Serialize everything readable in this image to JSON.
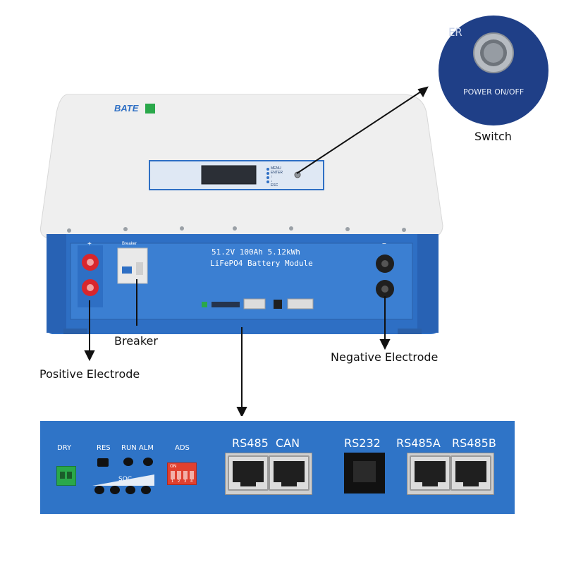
{
  "device": {
    "brand_logo": "BATE",
    "top_panel": {
      "buttons": [
        "MENU",
        "ENTER",
        "↑",
        "↓",
        "ESC"
      ]
    },
    "front_label_line1": "51.2V 100Ah 5.12kWh",
    "front_label_line2": "LiFePO4 Battery Module",
    "positive_mark": "+",
    "negative_mark": "−",
    "breaker_tag": "Breaker"
  },
  "callouts": {
    "switch": "Switch",
    "switch_button_text": "POWER ON/OFF",
    "switch_corner_text": "ER",
    "breaker": "Breaker",
    "positive": "Positive Electrode",
    "negative": "Negative Electrode"
  },
  "port_panel": {
    "labels": {
      "dry": "DRY",
      "res": "RES",
      "run_alm": "RUN ALM",
      "soc": "SOC",
      "ads": "ADS",
      "on": "ON",
      "rs485_can": "RS485  CAN",
      "rs232": "RS232",
      "rs485a": "RS485A",
      "rs485b": "RS485B"
    },
    "dip_numbers": [
      "1",
      "2",
      "3",
      "4"
    ]
  },
  "colors": {
    "device_blue": "#2e6fc4",
    "device_white": "#efefef",
    "electrode_red": "#d8262c",
    "dry_connector_green": "#2aa84a",
    "dip_red": "#e0402f"
  }
}
